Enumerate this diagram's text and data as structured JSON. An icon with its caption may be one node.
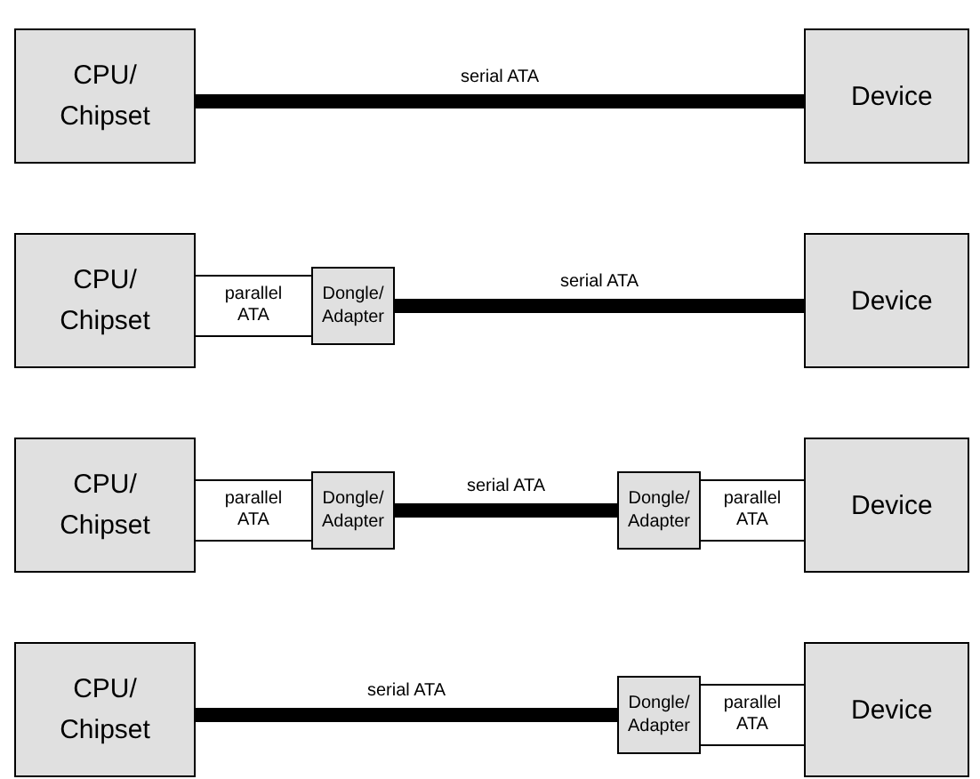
{
  "diagram": {
    "nodes": [
      {
        "text": [
          "CPU/ Chipset"
        ]
      },
      {
        "text": [
          "Device"
        ]
      },
      {
        "text": [
          "CPU/ Chipset"
        ]
      },
      {
        "text": [
          "Dongle/ Adapter"
        ]
      },
      {
        "text": [
          "Device"
        ]
      },
      {
        "text": [
          "CPU/ Chipset"
        ]
      },
      {
        "text": [
          "Dongle/ Adapter"
        ]
      },
      {
        "text": [
          "Dongle/ Adapter"
        ]
      },
      {
        "text": [
          "Device"
        ]
      },
      {
        "text": [
          "CPU/ Chipset"
        ]
      },
      {
        "text": [
          "Dongle/ Adapter"
        ]
      },
      {
        "text": [
          "Device"
        ]
      }
    ],
    "edges": [
      {
        "from": 0,
        "to": 1,
        "arrow": "none",
        "label": "serial ATA",
        "style": "thick"
      },
      {
        "from": 2,
        "to": 3,
        "arrow": "none",
        "label": "parallel ATA"
      },
      {
        "from": 3,
        "to": 4,
        "arrow": "none",
        "label": "serial ATA",
        "style": "thick"
      },
      {
        "from": 5,
        "to": 6,
        "arrow": "none",
        "label": "parallel ATA"
      },
      {
        "from": 6,
        "to": 7,
        "arrow": "none",
        "label": "serial ATA",
        "style": "thick"
      },
      {
        "from": 7,
        "to": 8,
        "arrow": "none",
        "label": "parallel ATA"
      },
      {
        "from": 9,
        "to": 10,
        "arrow": "none",
        "label": "serial ATA",
        "style": "thick"
      },
      {
        "from": 10,
        "to": 11,
        "arrow": "none",
        "label": "parallel ATA"
      }
    ]
  }
}
